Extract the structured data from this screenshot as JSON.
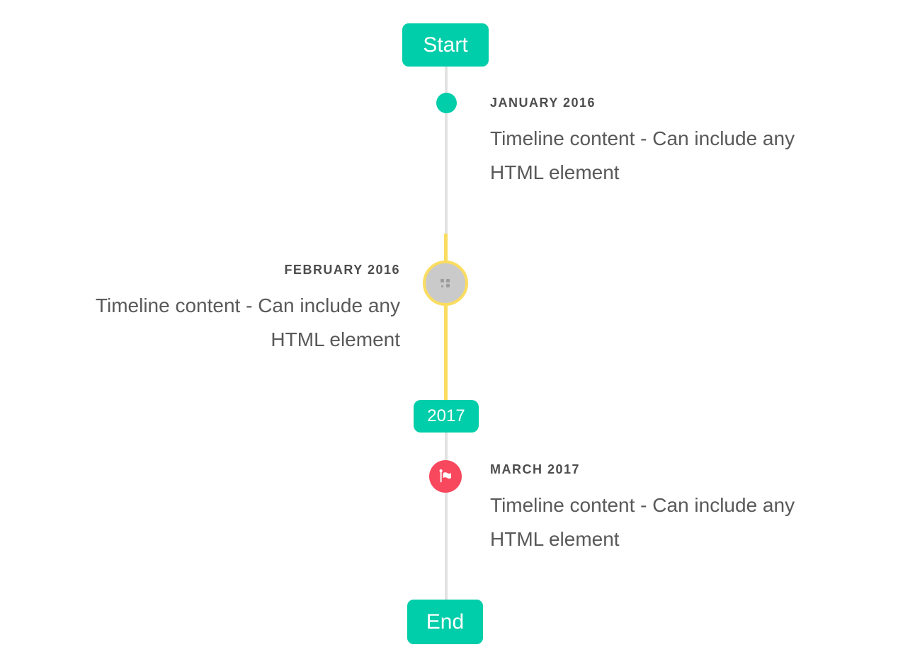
{
  "timeline": {
    "start_label": "Start",
    "end_label": "End",
    "year_badge": "2017",
    "colors": {
      "accent_teal": "#00CDA9",
      "highlight_yellow": "#FADD60",
      "flag_red": "#F8485E",
      "track_gray": "#E2E2E2",
      "image_marker_gray": "#CACACA",
      "date_text": "#4D4D4D",
      "content_text": "#595959"
    },
    "items": [
      {
        "date": "JANUARY 2016",
        "content_lines": [
          "Timeline content - Can include any",
          "HTML element"
        ],
        "side": "right",
        "marker": "teal-dot"
      },
      {
        "date": "FEBRUARY 2016",
        "content_lines": [
          "Timeline content - Can include any",
          "HTML element"
        ],
        "side": "left",
        "marker": "gray-image-circle-with-yellow-ring"
      },
      {
        "date": "MARCH 2017",
        "content_lines": [
          "Timeline content - Can include any",
          "HTML element"
        ],
        "side": "right",
        "marker": "red-flag-circle"
      }
    ]
  }
}
